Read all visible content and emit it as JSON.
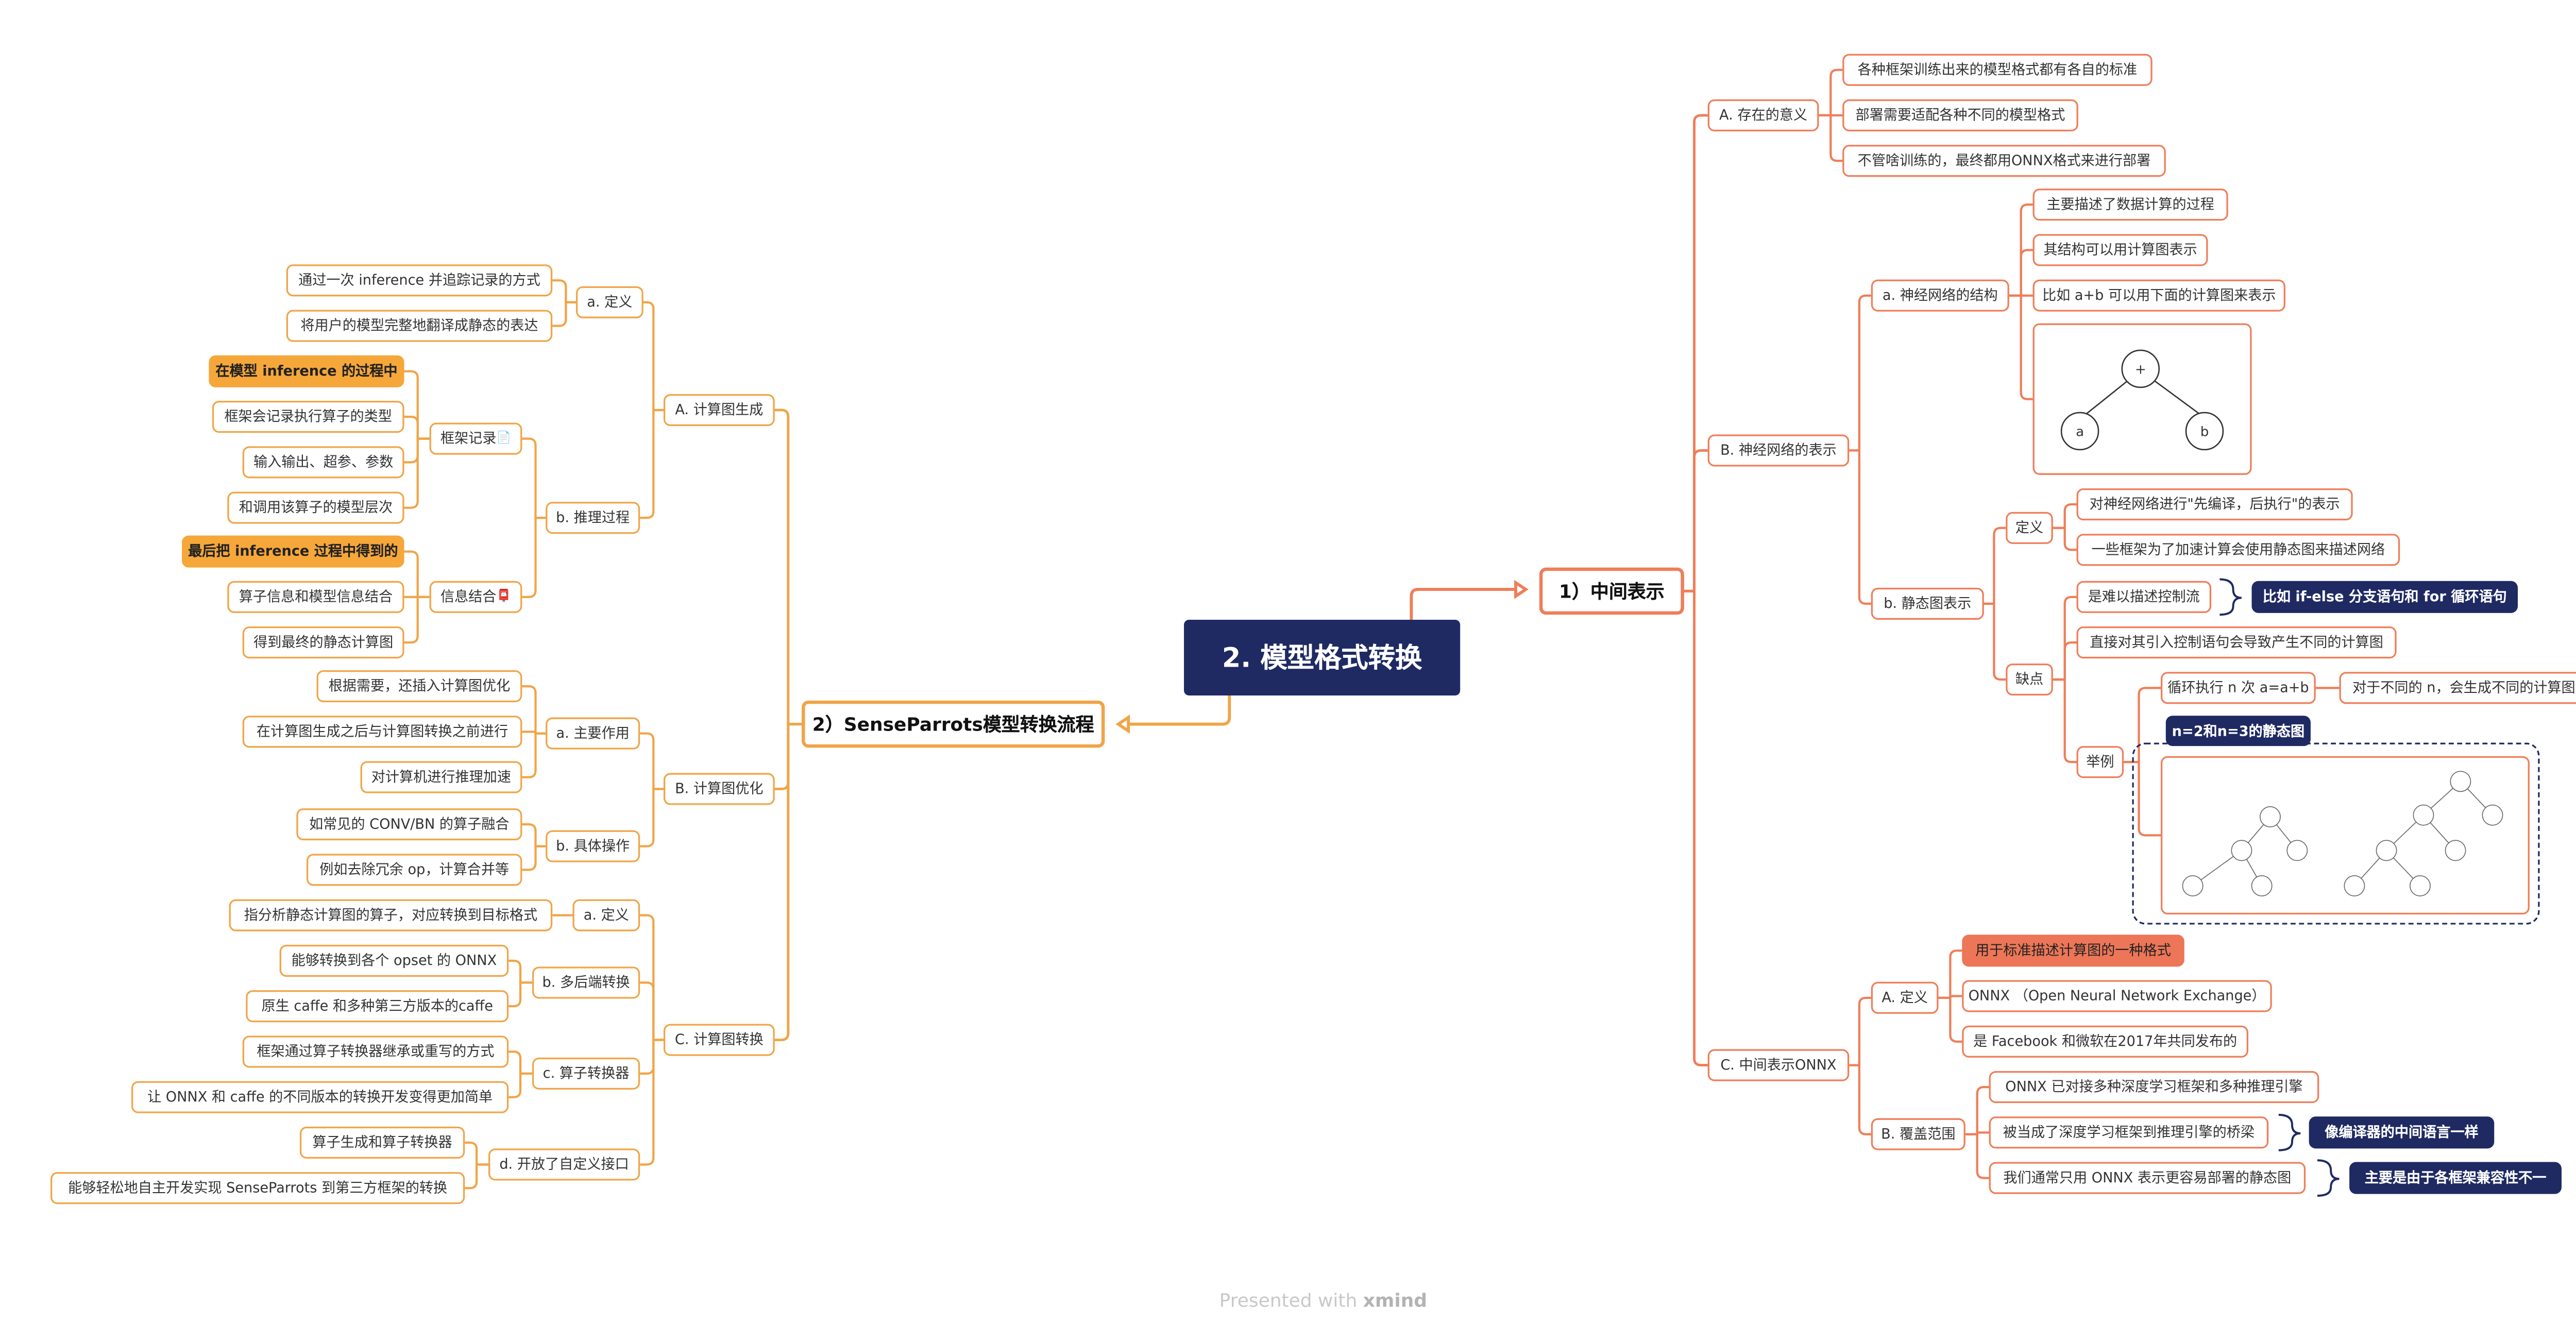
{
  "center": {
    "title": "2. 模型格式转换"
  },
  "colors": {
    "dark": "#1f2a63",
    "orange": "#f0a548",
    "red": "#ef7e59",
    "orange_fill": "#f6a73a",
    "red_fill": "#ec7657"
  },
  "right": {
    "title": "1）中间表示",
    "A": {
      "label": "A. 存在的意义",
      "items": [
        "各种框架训练出来的模型格式都有各自的标准",
        "部署需要适配各种不同的模型格式",
        "不管啥训练的，最终都用ONNX格式来进行部署"
      ]
    },
    "B": {
      "label": "B. 神经网络的表示",
      "a": {
        "label": "a. 神经网络的结构",
        "items": [
          "主要描述了数据计算的过程",
          "其结构可以用计算图表示",
          "比如 a+b 可以用下面的计算图来表示"
        ],
        "graph": {
          "plus": "+",
          "a": "a",
          "b": "b"
        }
      },
      "b": {
        "label": "b. 静态图表示",
        "def": {
          "label": "定义",
          "items": [
            "对神经网络进行\"先编译，后执行\"的表示",
            "一些框架为了加速计算会使用静态图来描述网络"
          ]
        },
        "cons": {
          "label": "缺点",
          "item1": "是难以描述控制流",
          "item1_note": "比如 if-else 分支语句和 for 循环语句",
          "item2": "直接对其引入控制语句会导致产生不同的计算图",
          "example": {
            "label": "举例",
            "loop": "循环执行 n 次 a=a+b",
            "loop_note": "对于不同的 n，会生成不同的计算图",
            "tag": "n=2和n=3的静态图"
          }
        }
      }
    },
    "C": {
      "label": "C. 中间表示ONNX",
      "A": {
        "label": "A. 定义",
        "items": [
          "用于标准描述计算图的一种格式",
          "ONNX （Open Neural Network Exchange）",
          "是 Facebook 和微软在2017年共同发布的"
        ]
      },
      "B": {
        "label": "B. 覆盖范围",
        "items": [
          "ONNX 已对接多种深度学习框架和多种推理引擎",
          "被当成了深度学习框架到推理引擎的桥梁",
          "我们通常只用 ONNX 表示更容易部署的静态图"
        ],
        "note1": "像编译器的中间语言一样",
        "note2": "主要是由于各框架兼容性不一"
      }
    }
  },
  "left": {
    "title": "2）SenseParrots模型转换流程",
    "A": {
      "label": "A. 计算图生成",
      "a": {
        "label": "a. 定义",
        "items": [
          "通过一次 inference 并追踪记录的方式",
          "将用户的模型完整地翻译成静态的表达"
        ]
      },
      "b": {
        "label": "b. 推理过程",
        "rec": {
          "label": "框架记录",
          "icon": "📄",
          "items": [
            "在模型 inference 的过程中",
            "框架会记录执行算子的类型",
            "输入输出、超参、参数",
            "和调用该算子的模型层次"
          ]
        },
        "comb": {
          "label": "信息结合",
          "icon": "📮",
          "items": [
            "最后把 inference 过程中得到的",
            "算子信息和模型信息结合",
            "得到最终的静态计算图"
          ]
        }
      }
    },
    "B": {
      "label": "B. 计算图优化",
      "a": {
        "label": "a. 主要作用",
        "items": [
          "根据需要，还插入计算图优化",
          "在计算图生成之后与计算图转换之前进行",
          "对计算机进行推理加速"
        ]
      },
      "b": {
        "label": "b. 具体操作",
        "items": [
          "如常见的 CONV/BN 的算子融合",
          "例如去除冗余 op，计算合并等"
        ]
      }
    },
    "C": {
      "label": "C. 计算图转换",
      "a": {
        "label": "a. 定义",
        "items": [
          "指分析静态计算图的算子，对应转换到目标格式"
        ]
      },
      "b": {
        "label": "b. 多后端转换",
        "items": [
          "能够转换到各个 opset 的 ONNX",
          "原生 caffe 和多种第三方版本的caffe"
        ]
      },
      "c": {
        "label": "c. 算子转换器",
        "items": [
          "框架通过算子转换器继承或重写的方式",
          "让 ONNX 和 caffe 的不同版本的转换开发变得更加简单"
        ]
      },
      "d": {
        "label": "d. 开放了自定义接口",
        "items": [
          "算子生成和算子转换器",
          "能够轻松地自主开发实现 SenseParrots 到第三方框架的转换"
        ]
      }
    }
  },
  "footer": {
    "text": "Presented with",
    "brand": "xmind"
  }
}
